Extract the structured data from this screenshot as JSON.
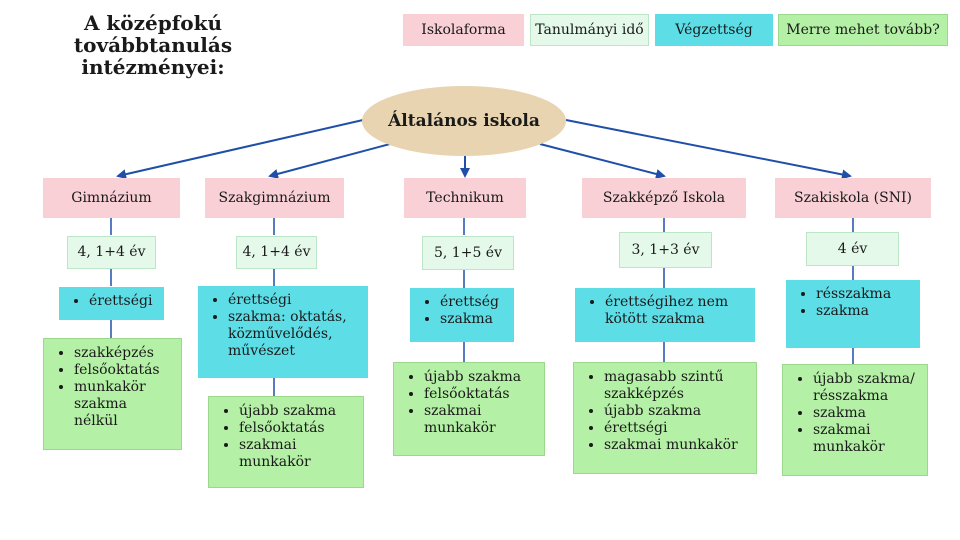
{
  "title": "A középfokú továbbtanulás intézményei:",
  "legend": [
    "Iskolaforma",
    "Tanulmányi idő",
    "Végzettség",
    "Merre mehet tovább?"
  ],
  "root": "Általános iskola",
  "columns": [
    {
      "school": "Gimnázium",
      "duration": "4, 1+4 év",
      "qualification": [
        "érettségi"
      ],
      "next": [
        "szakképzés",
        "felsőoktatás",
        "munkakör szakma nélkül"
      ]
    },
    {
      "school": "Szakgimnázium",
      "duration": "4, 1+4 év",
      "qualification": [
        "érettségi",
        "szakma: oktatás, közművelődés, művészet"
      ],
      "next": [
        "újabb szakma",
        "felsőoktatás",
        "szakmai munkakör"
      ]
    },
    {
      "school": "Technikum",
      "duration": "5, 1+5 év",
      "qualification": [
        "érettség",
        "szakma"
      ],
      "next": [
        "újabb szakma",
        "felsőoktatás",
        "szakmai munkakör"
      ]
    },
    {
      "school": "Szakképző Iskola",
      "duration": "3, 1+3 év",
      "qualification": [
        "érettségihez nem kötött szakma"
      ],
      "next": [
        "magasabb szintű szakképzés",
        "újabb szakma",
        "érettségi",
        "szakmai munkakör"
      ]
    },
    {
      "school": "Szakiskola (SNI)",
      "duration": "4 év",
      "qualification": [
        "résszakma",
        "szakma"
      ],
      "next": [
        "újabb szakma/ résszakma",
        "szakma",
        "szakmai munkakör"
      ]
    }
  ],
  "colors": {
    "school": "#f8d0d6",
    "duration": "#e4f9ea",
    "qualification": "#5ddde6",
    "next": "#b4f0a5",
    "root": "#e8d4b0",
    "arrow": "#1f4fa8"
  }
}
